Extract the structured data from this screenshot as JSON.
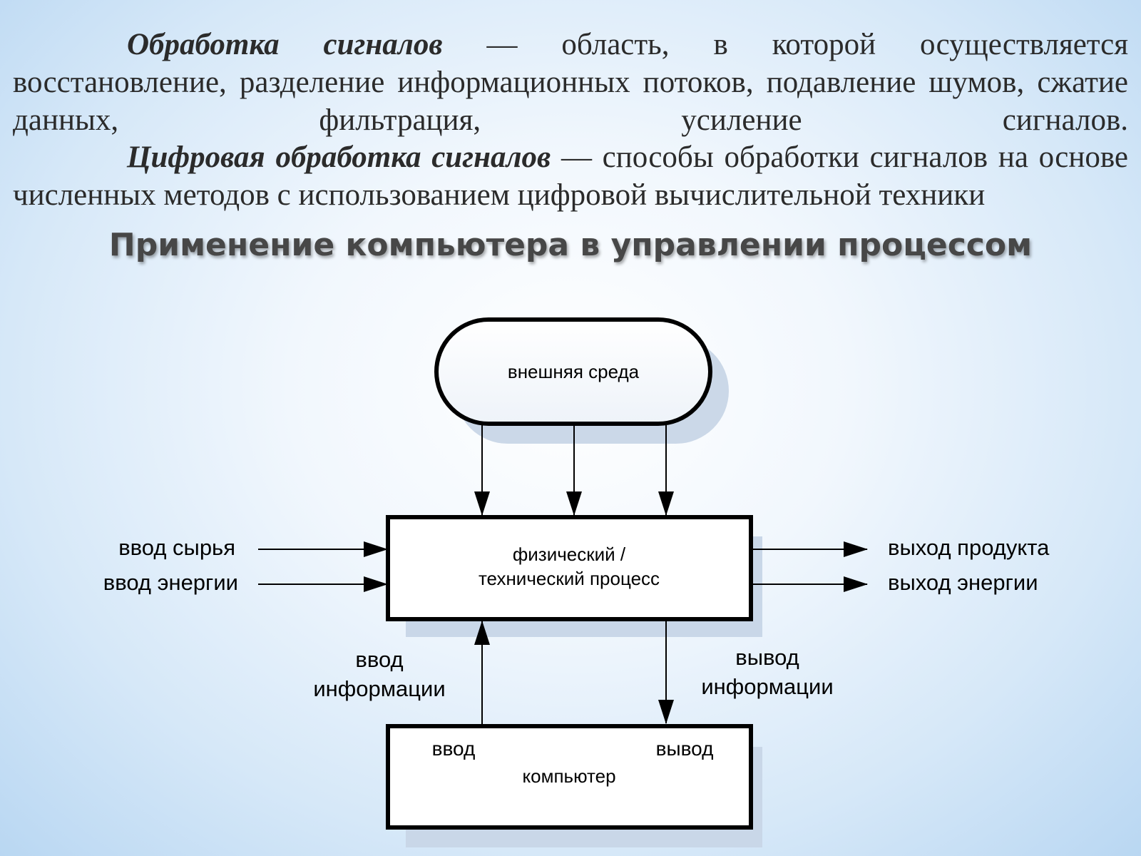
{
  "text": {
    "p1_term": "Обработка сигналов",
    "p1_rest": " — область, в которой осуществляется восстановление, разделение информационных потоков, подавление шумов, сжатие данных, фильтрация, усиление сигналов.",
    "p2_term": "Цифровая обработка сигналов",
    "p2_rest": " — способы обработки сигналов на основе численных методов с использованием цифровой вычислительной техники",
    "title": "Применение компьютера в управлении процессом"
  },
  "diagram": {
    "environment": "внешняя среда",
    "process_line1": "физический /",
    "process_line2": "технический процесс",
    "computer": "компьютер",
    "computer_input": "ввод",
    "computer_output": "вывод",
    "in_raw": "ввод сырья",
    "in_energy": "ввод энергии",
    "out_product": "выход продукта",
    "out_energy": "выход энергии",
    "info_in_line1": "ввод",
    "info_in_line2": "информации",
    "info_out_line1": "вывод",
    "info_out_line2": "информации"
  },
  "colors": {
    "stroke": "#000000",
    "shadow": "#cfdced",
    "box_fill": "#ffffff"
  }
}
